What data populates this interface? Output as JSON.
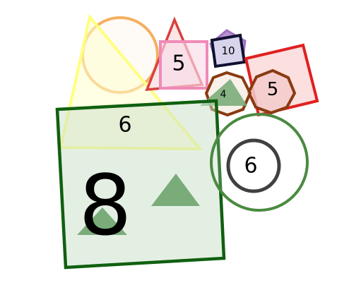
{
  "labels": {
    "big_square": "8",
    "triangle_yellow": "6",
    "pink_square": "5",
    "dark_square": "10",
    "heptagon_small": "4",
    "red_square": "5",
    "ring_gray": "6"
  },
  "colors": {
    "yellow": "#ffff80",
    "orange": "#f4b060",
    "red": "#d84040",
    "pink": "#f08ab8",
    "purple": "#a070c0",
    "dark_navy": "#101030",
    "brown": "#8a3a10",
    "bright_red": "#e02020",
    "green": "#4a8a40",
    "dark_green": "#106010",
    "gray": "#404040",
    "triangle_fill": "#7aac7a"
  }
}
